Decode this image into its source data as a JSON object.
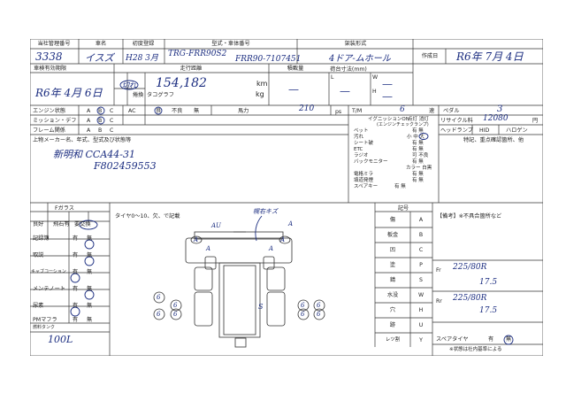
{
  "header": {
    "mgmt_no_label": "当社管理番号",
    "make_label": "車名",
    "first_reg_label": "初度登録",
    "model_label": "型式・車体番号",
    "body_label": "架装形式",
    "created_label": "作成日",
    "mgmt_no": "3338",
    "make": "イスズ",
    "first_reg": "H28 3月",
    "model": "TRG-FRR90S2",
    "chassis": "FRR90-7107451",
    "body": "4ドア-ムホール",
    "created": "R6年 7月 4日"
  },
  "row2": {
    "inspection_label": "車検有効期限",
    "mileage_label": "走行距離",
    "load_label": "積載量",
    "cargo_label": "荷台寸法(mm)",
    "inspection": "R6年 4月 6日",
    "expired": "切れ",
    "mileage": "154,182",
    "km": "km",
    "replaced": "捲換",
    "tacho": "タコグラフ",
    "kg": "kg",
    "L": "L",
    "W": "W",
    "H": "H",
    "load_value": "—",
    "L_value": "—",
    "W_value": "—",
    "H_value": "—"
  },
  "row3": {
    "engine_label": "エンジン状態",
    "mission_label": "ミッション・デフ",
    "frame_label": "フレーム関係",
    "abc": [
      "A",
      "B",
      "C"
    ],
    "ac": "AC",
    "ac_options": [
      "良",
      "不良",
      "無"
    ],
    "hp_label": "馬力",
    "hp": "210",
    "ps": "ps",
    "tm_label": "T/M",
    "tm": "6",
    "speed": "速",
    "pedal_label": "ペダル",
    "pedal": "3",
    "recycle_label": "リサイクル料",
    "recycle": "12080",
    "recycle_unit": "円",
    "headlight": "ヘッドランプ",
    "hid": "HID",
    "halogen": "ハロゲン"
  },
  "equip": {
    "items": [
      {
        "label": "イグニッションON",
        "opts": "点灯 消灯"
      },
      {
        "label": "(エンジンチェックランプ)",
        "opts": ""
      },
      {
        "label": "ベット",
        "opts": "有 無"
      },
      {
        "label": "汚れ",
        "opts": "小 中 大"
      },
      {
        "label": "シート破",
        "opts": "有 無"
      },
      {
        "label": "ETC",
        "opts": "有 無"
      },
      {
        "label": "ラジオ",
        "opts": "可 不良"
      },
      {
        "label": "バックモニター",
        "opts": "有 無"
      },
      {
        "label": "",
        "opts": "カラー 白黒"
      },
      {
        "label": "電格ミラ",
        "opts": "有 無"
      },
      {
        "label": "填道発煙",
        "opts": "有 無"
      },
      {
        "label": "スペアキー",
        "opts": "有 無"
      }
    ],
    "features_label": "特記、重点確認箇所、他"
  },
  "upper": {
    "label": "上物メーカー名、年式、型式及び状態等",
    "line1": "新明和 CCA44-31",
    "line2": "F802459553"
  },
  "fgas": {
    "label": "Fガラス",
    "good": "良好",
    "scratch": "飛石有",
    "replace": "要交換",
    "rows": [
      {
        "label": "記録簿",
        "opts": [
          "有",
          "無"
        ]
      },
      {
        "label": "取説",
        "opts": [
          "有",
          "無"
        ]
      },
      {
        "label": "キャブコーション",
        "opts": [
          "有",
          "無"
        ]
      },
      {
        "label": "メンテノート",
        "opts": [
          "有",
          "無"
        ]
      },
      {
        "label": "尿素",
        "opts": [
          "有",
          "無"
        ]
      },
      {
        "label": "PMマフラ",
        "opts": [
          "有",
          "無"
        ]
      }
    ],
    "fuel_label": "燃料タンク",
    "fuel": "100L"
  },
  "diagram": {
    "tire_note": "タイヤ0～10、欠、で記載",
    "annotation": "幌右キズ",
    "marks": [
      "AU",
      "A",
      "A",
      "A",
      "A",
      "A",
      "S",
      "6",
      "6",
      "6",
      "6",
      "6",
      "6",
      "6",
      "6"
    ]
  },
  "legend": {
    "title": "記号",
    "rows": [
      {
        "name": "傷",
        "code": "A"
      },
      {
        "name": "板金",
        "code": "B"
      },
      {
        "name": "凹",
        "code": "C"
      },
      {
        "name": "塗",
        "code": "P"
      },
      {
        "name": "錆",
        "code": "S"
      },
      {
        "name": "水没",
        "code": "W"
      },
      {
        "name": "穴",
        "code": "H"
      },
      {
        "name": "跡",
        "code": "U"
      },
      {
        "name": "レツ割",
        "code": "Y"
      }
    ]
  },
  "remarks": {
    "label": "【備考】※不具合箇所など",
    "fr_label": "Fr",
    "rr_label": "Rr",
    "fr": "225/80R",
    "fr2": "17.5",
    "rr": "225/80R",
    "rr2": "17.5",
    "spare_label": "スペアタイヤ",
    "spare_opts": [
      "有",
      "無"
    ],
    "footer": "※状態は社内基準による"
  }
}
